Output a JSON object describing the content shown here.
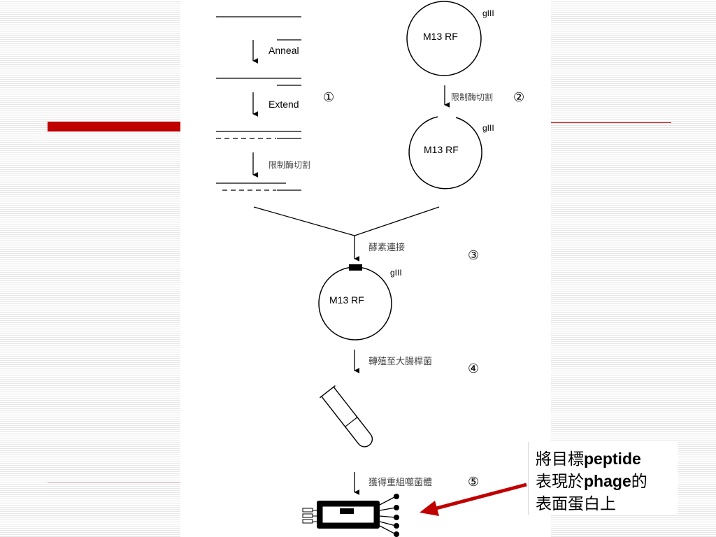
{
  "steps": {
    "anneal_label": "Anneal",
    "extend_label": "Extend",
    "left_cut_label": "限制酶切割",
    "right_cut_label": "限制酶切割",
    "ligation_label": "酵素連接",
    "transform_label": "轉殖至大腸桿菌",
    "obtain_label": "獲得重組噬菌體"
  },
  "markers": {
    "one": "①",
    "two": "②",
    "three": "③",
    "four": "④",
    "five": "⑤"
  },
  "plasmids": {
    "top_label": "M13 RF",
    "top_gene": "gIII",
    "cut_label": "M13 RF",
    "cut_gene": "gIII",
    "final_label": "M13 RF",
    "final_gene": "gIII"
  },
  "callout": {
    "line1_prefix": "將目標",
    "line1_word": "peptide",
    "line2_prefix": "表現於",
    "line2_word": "phage",
    "line2_suffix": "的",
    "line3": "表面蛋白上"
  },
  "colors": {
    "accent_red": "#c00000"
  }
}
